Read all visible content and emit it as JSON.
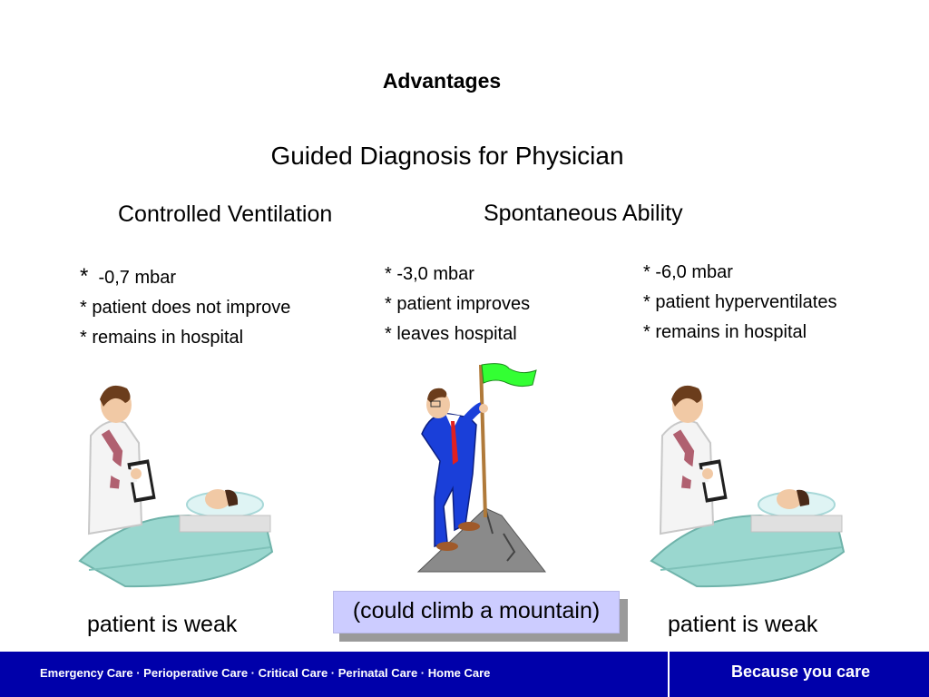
{
  "slide": {
    "title": "Advantages",
    "subtitle": "Guided Diagnosis for Physician"
  },
  "columns": [
    {
      "heading": "Controlled Ventilation",
      "star": "*",
      "bullets": [
        "-0,7 mbar",
        "*  patient does not improve",
        "*  remains in hospital"
      ],
      "caption": "patient is weak",
      "illustration": "doctor-with-patient-in-bed"
    },
    {
      "heading": "Spontaneous Ability",
      "bullets": [
        "* -3,0 mbar",
        "* patient improves",
        "* leaves hospital"
      ],
      "illustration": "man-climbing-mountain-with-flag",
      "callout": "(could climb a mountain)"
    },
    {
      "bullets": [
        "* -6,0 mbar",
        "* patient hyperventilates",
        "* remains in hospital"
      ],
      "caption": "patient is weak",
      "illustration": "doctor-with-patient-in-bed"
    }
  ],
  "footer": {
    "left_text": "Emergency Care · Perioperative Care · Critical Care · Perinatal Care · Home Care",
    "right_text": "Because you care",
    "color": "#0000aa"
  },
  "colors": {
    "callout_bg": "#ccccff",
    "flag": "#33ff33",
    "suit": "#1a3fd9",
    "tie": "#e02020"
  }
}
